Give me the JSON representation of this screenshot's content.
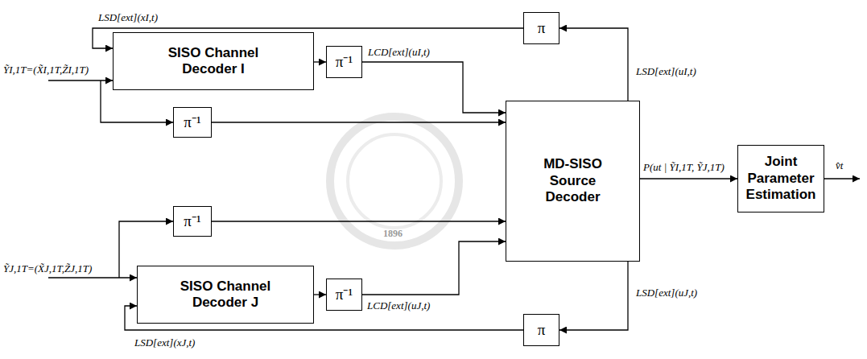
{
  "diagram": {
    "nodes": [
      {
        "text": [
          "SISO Channel Decoder I"
        ]
      },
      {
        "text": [
          "π⁻¹"
        ]
      },
      {
        "text": [
          "π"
        ]
      },
      {
        "text": [
          "π⁻¹"
        ]
      },
      {
        "text": [
          "π⁻¹"
        ]
      },
      {
        "text": [
          "SISO Channel Decoder J"
        ]
      },
      {
        "text": [
          "π⁻¹"
        ]
      },
      {
        "text": [
          "π"
        ]
      },
      {
        "text": [
          "MD-SISO Source Decoder"
        ]
      },
      {
        "text": [
          "Joint Parameter Estimation"
        ]
      }
    ],
    "edges": [
      {
        "from": 0,
        "to": 1,
        "arrow": "to"
      },
      {
        "from": 1,
        "to": 8,
        "label": "LCD[ext](uI,t)",
        "arrow": "to"
      },
      {
        "from": 8,
        "to": 2,
        "label": "LSD[ext](uI,t)",
        "arrow": "to"
      },
      {
        "from": 2,
        "to": 0,
        "label": "LSD[ext](xI,t)",
        "arrow": "to"
      },
      {
        "from": 3,
        "to": 8,
        "arrow": "to"
      },
      {
        "from": 4,
        "to": 8,
        "arrow": "to"
      },
      {
        "from": 5,
        "to": 6,
        "arrow": "to"
      },
      {
        "from": 6,
        "to": 8,
        "label": "LCD[ext](uJ,t)",
        "arrow": "to"
      },
      {
        "from": 8,
        "to": 7,
        "label": "LSD[ext](uJ,t)",
        "arrow": "to"
      },
      {
        "from": 7,
        "to": 5,
        "label": "LSD[ext](xJ,t)",
        "arrow": "to"
      },
      {
        "from": 8,
        "to": 9,
        "label": "P(ut | ỸI,1T, ỸJ,1T)",
        "arrow": "to"
      }
    ],
    "labels": [
      "ỸI,1T=(X̃I,1T,Z̃I,1T)",
      "ỸJ,1T=(X̃J,1T,Z̃J,1T)",
      "v̂t",
      "1896"
    ]
  }
}
